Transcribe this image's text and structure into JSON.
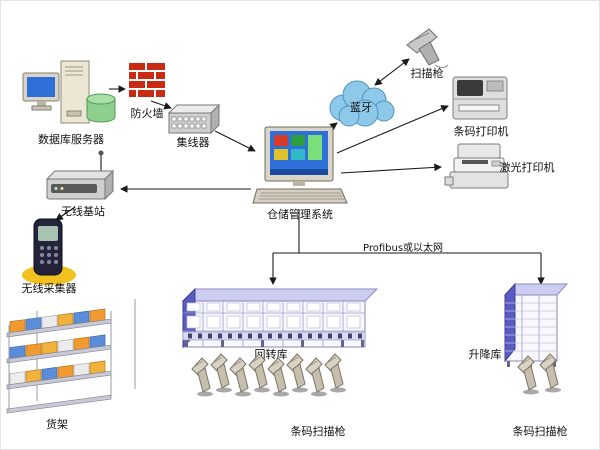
{
  "nodes": {
    "database_server": {
      "label": "数据库服务器"
    },
    "firewall": {
      "label": "防火墙"
    },
    "hub": {
      "label": "集线器"
    },
    "bluetooth": {
      "label": "蓝牙"
    },
    "scanner_gun": {
      "label": "扫描枪"
    },
    "barcode_printer": {
      "label": "条码打印机"
    },
    "laser_printer": {
      "label": "激光打印机"
    },
    "wms": {
      "label": "仓储管理系统"
    },
    "wireless_base_station": {
      "label": "无线基站"
    },
    "wireless_collector": {
      "label": "无线采集器"
    },
    "shelf": {
      "label": "货架"
    },
    "carousel_warehouse": {
      "label": "回转库"
    },
    "lift_warehouse": {
      "label": "升降库"
    },
    "barcode_scanners_center": {
      "label": "条码扫描枪"
    },
    "barcode_scanners_right": {
      "label": "条码扫描枪"
    }
  },
  "bus": {
    "label": "Profibus或以太网"
  },
  "colors": {
    "cloud": "#8fc9e9",
    "firewall_brick": "#c92a12",
    "rack_blue": "#5b5bc4",
    "rack_lavender": "#cdcdf2",
    "screen_blue": "#2f6fd8",
    "glow_yellow": "#f2c11d",
    "shelf_orange": "#f09a30",
    "shelf_blue": "#5b8dd9",
    "line": "#1a1a1a"
  }
}
